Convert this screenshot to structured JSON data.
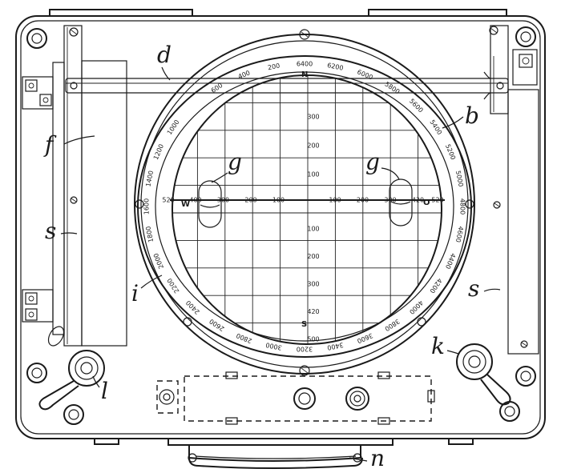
{
  "references": [
    {
      "key": "d",
      "label": "d"
    },
    {
      "key": "b",
      "label": "b"
    },
    {
      "key": "f",
      "label": "f"
    },
    {
      "key": "g1",
      "label": "g"
    },
    {
      "key": "g2",
      "label": "g"
    },
    {
      "key": "s1",
      "label": "s"
    },
    {
      "key": "s2",
      "label": "s"
    },
    {
      "key": "i",
      "label": "i"
    },
    {
      "key": "k",
      "label": "k"
    },
    {
      "key": "l",
      "label": "l"
    },
    {
      "key": "n",
      "label": "n"
    }
  ],
  "cardinals": {
    "north": "N",
    "south": "S",
    "west": "W",
    "east": "O"
  },
  "grid": {
    "top_labels": [
      "300",
      "200",
      "100"
    ],
    "bottom_labels": [
      "100",
      "200",
      "300",
      "420",
      "500"
    ],
    "left_labels": [
      "400",
      "300",
      "200",
      "100"
    ],
    "right_labels": [
      "100",
      "200",
      "300",
      "420"
    ],
    "west_value": "520",
    "east_value": "520"
  },
  "bezel_labels": [
    "6400",
    "200",
    "400",
    "600",
    "6200",
    "6000",
    "5800",
    "5600",
    "5400",
    "5200",
    "5000",
    "4800",
    "4600",
    "4400",
    "4200",
    "4000",
    "3800",
    "3600",
    "3400",
    "3200",
    "3000",
    "2800",
    "2600",
    "2400",
    "2200",
    "2000",
    "1800",
    "1600",
    "1400",
    "1200",
    "1000"
  ]
}
